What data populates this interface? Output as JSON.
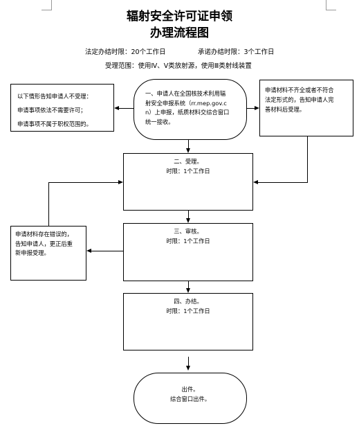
{
  "title": {
    "line1": "辐射安全许可证申领",
    "line2": "办理流程图"
  },
  "time_limits": {
    "legal": "法定办结时限：20个工作日",
    "promised": "承诺办结时限：3个工作日"
  },
  "scope": "受理范围：使用Ⅳ、Ⅴ类放射源，使用Ⅲ类射线装置",
  "boxes": {
    "apply": {
      "lines": [
        "一、申请人在全国核技术利用辐",
        "射安全申报系统（rr.mep.gov.c",
        "n）上申报，纸质材料交综合窗口",
        "统一接收。"
      ]
    },
    "not_accepted": {
      "lines": [
        "以下情形告知申请人不受理：",
        "申请事项依法不需要许可；",
        "申请事项不属于职权范围的。"
      ]
    },
    "supplement": {
      "lines": [
        "申请材料不齐全或者不符合",
        "法定形式的，告知申请人完",
        "善材料后受理。"
      ]
    },
    "accept": {
      "lines": [
        "二、受理。",
        "时限：1个工作日"
      ]
    },
    "review": {
      "lines": [
        "三、审核。",
        "时限：1个工作日"
      ]
    },
    "correction": {
      "lines": [
        "申请材料存在错误的，",
        "告知申请人，更正后重",
        "新申报受理。"
      ]
    },
    "handle": {
      "lines": [
        "四、办结。",
        "时限：1个工作日"
      ]
    },
    "issue": {
      "lines": [
        "出件。",
        "综合窗口出件。"
      ]
    }
  }
}
